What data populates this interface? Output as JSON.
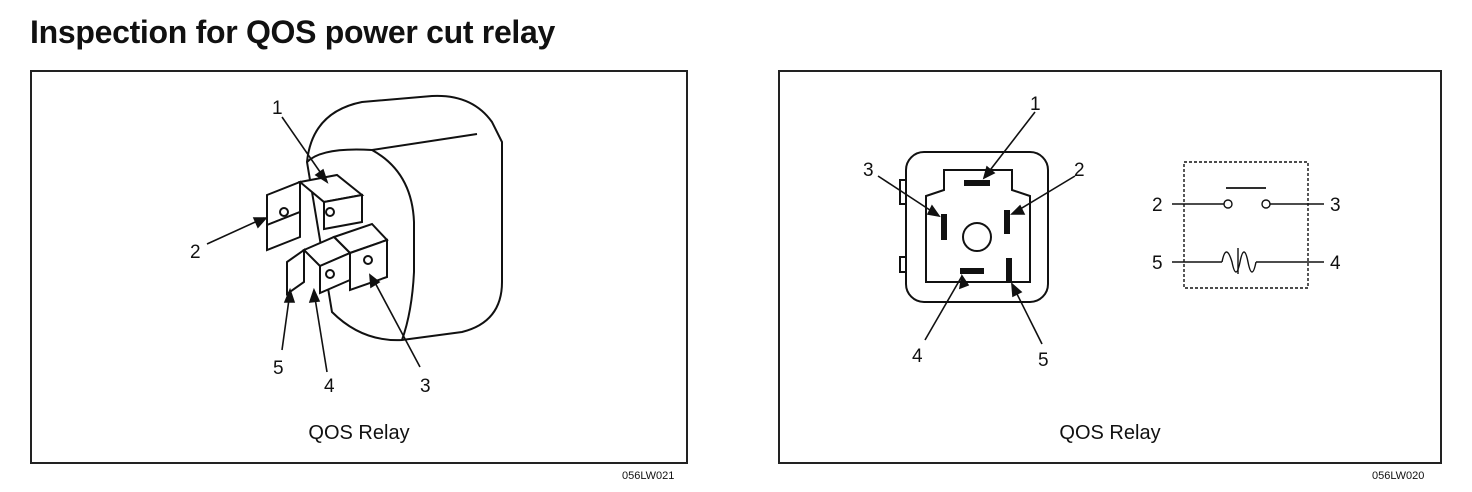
{
  "title": "Inspection for QOS power cut relay",
  "left_figure": {
    "caption": "QOS Relay",
    "ref_code": "056LW021",
    "labels": [
      "1",
      "2",
      "3",
      "4",
      "5"
    ]
  },
  "right_figure": {
    "caption": "QOS Relay",
    "ref_code": "056LW020",
    "connector_labels": [
      "1",
      "2",
      "3",
      "4",
      "5"
    ],
    "schematic_labels": [
      "2",
      "3",
      "5",
      "4"
    ]
  }
}
